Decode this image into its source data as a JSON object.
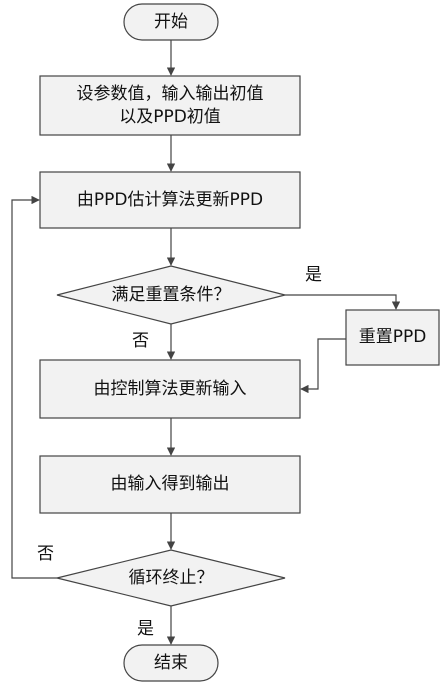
{
  "flowchart": {
    "start": "开始",
    "step_init_line1": "设参数值，输入输出初值",
    "step_init_line2": "以及PPD初值",
    "step_estimate": "由PPD估计算法更新PPD",
    "decision_reset": "满足重置条件？",
    "step_reset": "重置PPD",
    "step_control": "由控制算法更新输入",
    "step_output": "由输入得到输出",
    "decision_end": "循环终止？",
    "end": "结束",
    "label_reset_yes": "是",
    "label_reset_no": "否",
    "label_end_no": "否",
    "label_end_yes": "是"
  },
  "colors": {
    "box_fill": "#f2f2f2",
    "stroke": "#444444",
    "text": "#111111"
  }
}
